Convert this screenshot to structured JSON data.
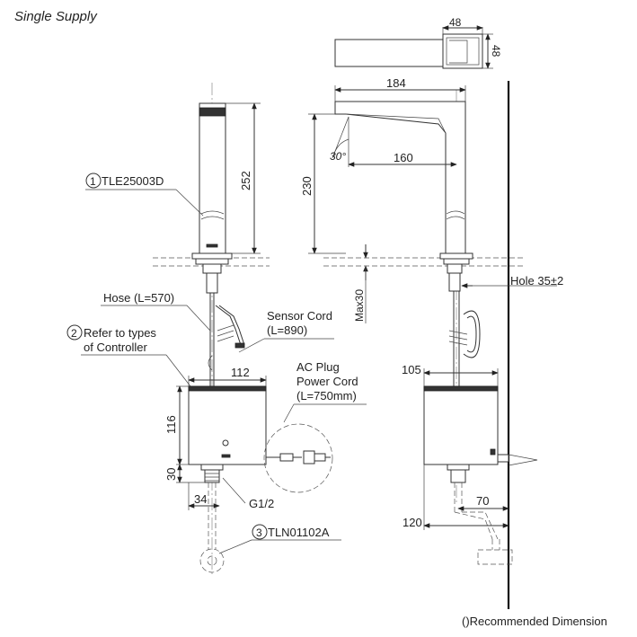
{
  "header": {
    "title": "Single Supply"
  },
  "footer": {
    "note": "()Recommended Dimension"
  },
  "parts": {
    "p1": {
      "number": "1",
      "label": "TLE25003D"
    },
    "p2": {
      "number": "2",
      "label_line1": "Refer to types",
      "label_line2": "of Controller"
    },
    "p3": {
      "number": "3",
      "label": "TLN01102A"
    }
  },
  "labels": {
    "hose": "Hose (L=570)",
    "sensor_cord_1": "Sensor Cord",
    "sensor_cord_2": "(L=890)",
    "ac_plug_1": "AC Plug",
    "ac_plug_2": "Power Cord",
    "ac_plug_3": "(L=750mm)",
    "hole": "Hole 35±2",
    "thread": "G1/2"
  },
  "dimensions": {
    "top_width": "48",
    "top_depth": "48",
    "reach": "184",
    "spout_length": "160",
    "angle": "30°",
    "faucet_height": "252",
    "spout_height": "230",
    "deck_max": "Max30",
    "box_width": "112",
    "box_height": "116",
    "box_depth": "105",
    "base_height": "30",
    "outlet_offset": "34",
    "wall_offset_70": "70",
    "wall_offset_120": "120"
  }
}
